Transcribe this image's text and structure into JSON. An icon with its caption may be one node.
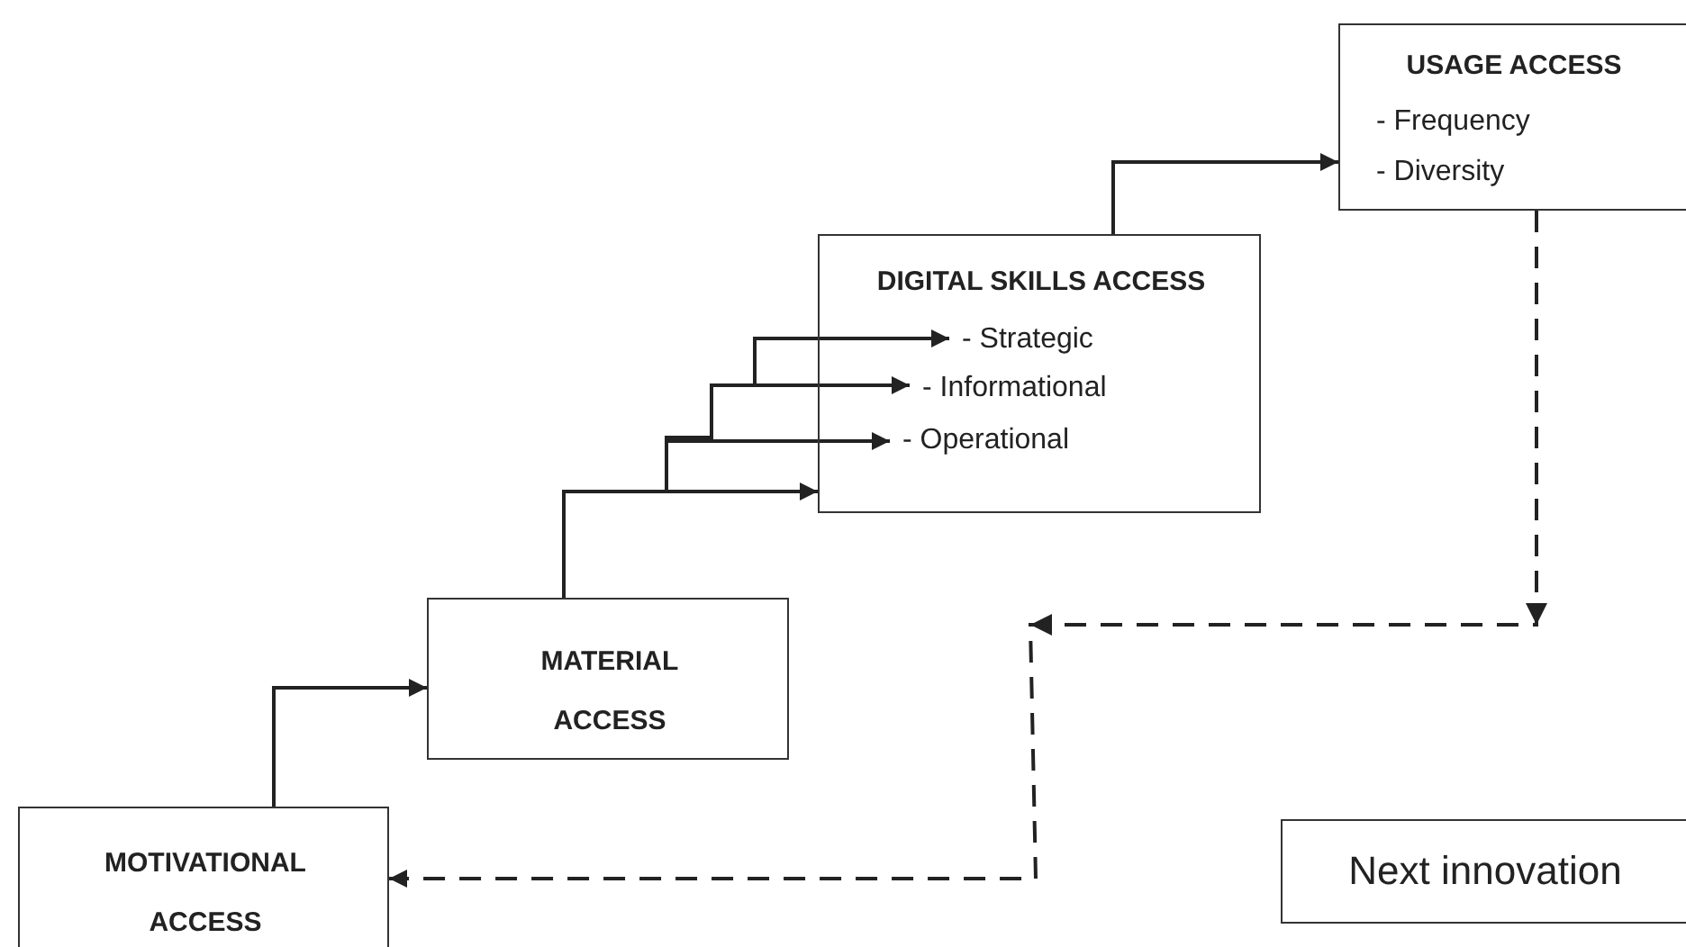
{
  "diagram": {
    "nodes": [
      {
        "text": [
          "MOTIVATIONAL ACCESS"
        ]
      },
      {
        "text": [
          "MATERIAL ACCESS"
        ]
      },
      {
        "text": [
          "DIGITAL SKILLS ACCESS"
        ]
      },
      {
        "text": [
          "- Strategic"
        ],
        "in": 2
      },
      {
        "text": [
          "- Informational"
        ],
        "in": 2
      },
      {
        "text": [
          "- Operational"
        ],
        "in": 2
      },
      {
        "text": [
          "USAGE ACCESS",
          "- Frequency",
          "- Diversity"
        ]
      },
      {
        "text": [
          "Next innovation"
        ]
      }
    ],
    "edges": [
      {
        "from": 0,
        "to": 1,
        "arrow": "to"
      },
      {
        "from": 1,
        "to": 2,
        "arrow": "to"
      },
      {
        "from": 1,
        "to": 5,
        "arrow": "to"
      },
      {
        "from": 1,
        "to": 4,
        "arrow": "to"
      },
      {
        "from": 1,
        "to": 3,
        "arrow": "to"
      },
      {
        "from": 2,
        "to": 6,
        "arrow": "to"
      },
      {
        "from": 6,
        "to": 0,
        "arrow": "to",
        "style": "dashed"
      }
    ]
  }
}
